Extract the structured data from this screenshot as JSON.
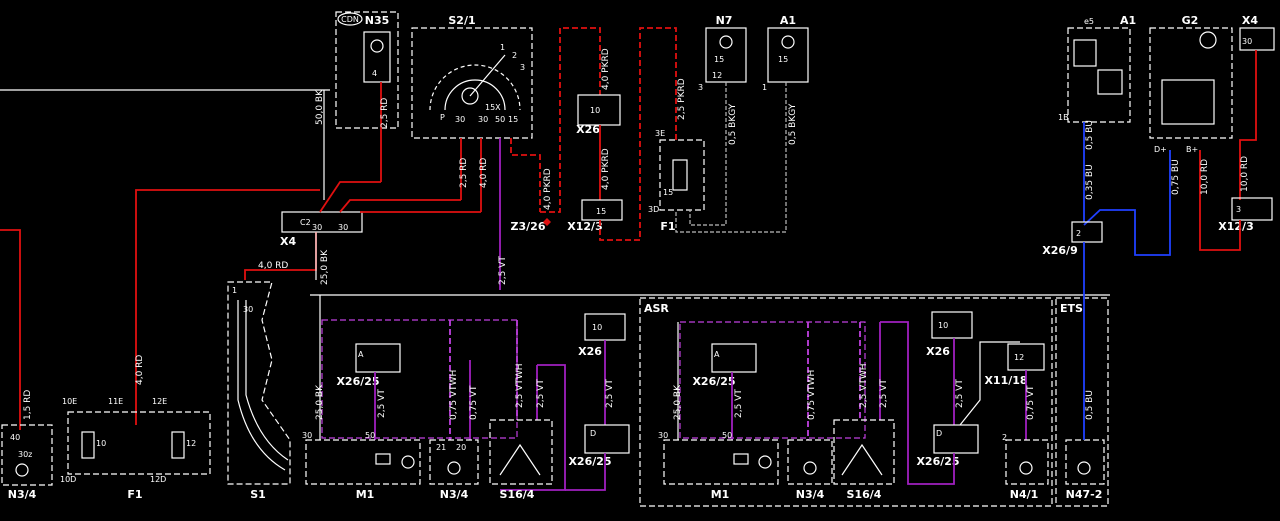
{
  "components": {
    "N35": "N35",
    "CDN": "CDN",
    "S2_1": "S2/1",
    "N7": "N7",
    "A1_top": "A1",
    "A1_right": "A1",
    "e5": "e5",
    "G2": "G2",
    "X4_right": "X4",
    "X26_top": "X26",
    "X12_3_mid": "X12/3",
    "Z3_26": "Z3/26",
    "F1_mid": "F1",
    "X4_left": "X4",
    "X26_9": "X26/9",
    "X12_3_right": "X12/3",
    "N3_4_left": "N3/4",
    "F1_bottom": "F1",
    "S1": "S1",
    "M1_a": "M1",
    "N3_4_a": "N3/4",
    "S16_4_a": "S16/4",
    "M1_b": "M1",
    "N3_4_b": "N3/4",
    "S16_4_b": "S16/4",
    "N4_1": "N4/1",
    "N47_2": "N47-2",
    "X26_25_a1": "X26/25",
    "X26_25_a2": "X26/25",
    "X26_a": "X26",
    "X26_25_b1": "X26/25",
    "X26_25_b2": "X26/25",
    "X26_b": "X26",
    "X11_18": "X11/18",
    "ASR": "ASR",
    "ETS": "ETS"
  },
  "wires": {
    "w_50_bk": "50,0 BK",
    "w_25rd_n35": "2,5 RD",
    "w_25rd_s2a": "2,5 RD",
    "w_40rd_s2b": "4,0 RD",
    "w_40pkrd_a": "4,0 PKRD",
    "w_40pkrd_b": "4,0 PKRD",
    "w_40pkrd_c": "4,0 PKRD",
    "w_25pkrd": "2,5 PKRD",
    "w_05bkgy_a": "0,5 BKGY",
    "w_05bkgy_b": "0,5 BKGY",
    "w_25vt_top": "2,5 VT",
    "w_40rd_x4": "4,0 RD",
    "w_250bk": "25,0 BK",
    "w_15rd": "1,5 RD",
    "w_40rd_f1": "4,0 RD",
    "w_05bu_a": "0,5 BU",
    "w_035bu": "0,35 BU",
    "w_075bu": "0,75 BU",
    "w_100rd_a": "10,0 RD",
    "w_100rd_b": "10,0 RD",
    "w_05bu_b": "0,5 BU",
    "w_250bk_m1a": "25,0 BK",
    "w_25vt_m1a": "2,5 VT",
    "w_075vtwh_a": "0,75 VTWH",
    "w_075vt_a": "0,75 VT",
    "w_25vtwh_a": "2,5 VTWH",
    "w_25vt_a2": "2,5 VT",
    "w_25vt_a3": "2,5 VT",
    "w_250bk_m1b": "25,0 BK",
    "w_25vt_m1b": "2,5 VT",
    "w_075vtwh_b": "0,75 VTWH",
    "w_25vtwh_b": "2,5 VTWH",
    "w_25vt_b2": "2,5 VT",
    "w_25vt_b3": "2,5 VT",
    "w_075vt_b": "0,75 VT"
  },
  "pins": {
    "p_30z": "30z",
    "p_40": "40",
    "p_10E": "10E",
    "p_11E": "11E",
    "p_12E": "12E",
    "p_10D": "10D",
    "p_12D": "12D",
    "p_10": "10",
    "p_12": "12",
    "p_30_s1": "30",
    "p_30_m1a": "30",
    "p_50_m1a": "50",
    "p_30_m1b": "30",
    "p_50_m1b": "50",
    "p_1B": "1B",
    "p_Dplus": "D+",
    "p_Bplus": "B+",
    "p_3E": "3E",
    "p_3D": "3D",
    "p_15_f1": "15",
    "p_15": "15",
    "p_12_n7": "12",
    "p_3_n7": "3",
    "p_1_a1": "1",
    "p_A": "A",
    "p_D": "D",
    "p_2": "2",
    "p_4": "4",
    "p_30_s2": "30",
    "p_50_s2": "50",
    "p_15x": "15X",
    "p_15_s2": "15",
    "p_p": "P",
    "p_1": "1",
    "p_2s": "2",
    "p_3s": "3"
  }
}
